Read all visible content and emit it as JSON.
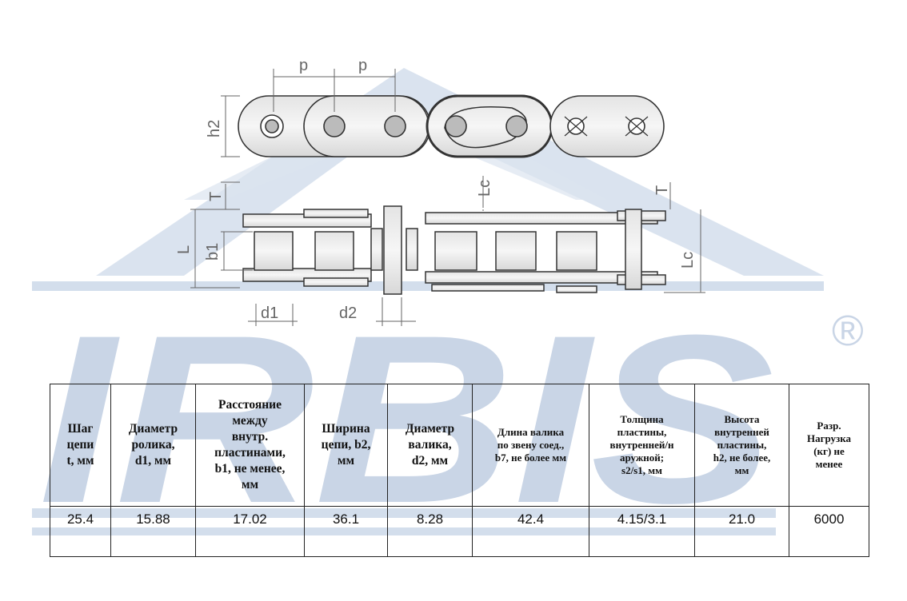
{
  "watermark": {
    "brand": "IRBIS",
    "registered": "®"
  },
  "drawing": {
    "labels": {
      "p1": "p",
      "p2": "p",
      "h2": "h2",
      "T1": "T",
      "T2": "T",
      "Lc1": "Lc",
      "Lc2": "Lc",
      "L": "L",
      "b1": "b1",
      "d1": "d1",
      "d2": "d2"
    }
  },
  "table": {
    "headers": [
      [
        "Шаг",
        "цепи",
        "t, мм"
      ],
      [
        "Диаметр",
        "ролика,",
        "d1, мм"
      ],
      [
        "Расстояние",
        "между",
        "внутр.",
        "пластинами,",
        "b1, не менее,",
        "мм"
      ],
      [
        "Ширина",
        "цепи, b2,",
        "мм"
      ],
      [
        "Диаметр",
        "валика,",
        "d2, мм"
      ],
      [
        "Длина валика",
        "по звену соед.,",
        "b7, не более мм"
      ],
      [
        "Толщина",
        "пластины,",
        "внутренней/н",
        "аружной;",
        "s2/s1, мм"
      ],
      [
        "Высота",
        "внутренней",
        "пластины,",
        "h2, не более,",
        "мм"
      ],
      [
        "Разр.",
        "Нагрузка",
        "(кг) не",
        "менее"
      ]
    ],
    "values": [
      "25.4",
      "15.88",
      "17.02",
      "36.1",
      "8.28",
      "42.4",
      "4.15/3.1",
      "21.0",
      "6000"
    ]
  }
}
